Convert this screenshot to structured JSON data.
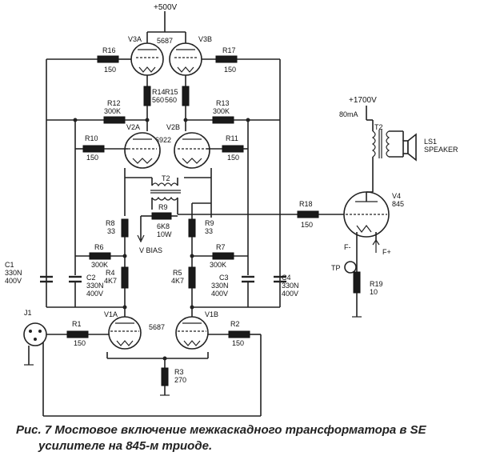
{
  "supply": {
    "b_plus": "+500V",
    "output_b_plus": "+1700V",
    "output_current": "80mA"
  },
  "tubes": {
    "v3a": "V3A",
    "v3b": "V3B",
    "v3_type": "5687",
    "v2a": "V2A",
    "v2b": "V2B",
    "v2_type": "6922",
    "v1a": "V1A",
    "v1b": "V1B",
    "v1_type": "5687",
    "v4": "V4",
    "v4_type": "845"
  },
  "resistors": {
    "r1": {
      "ref": "R1",
      "value": "150"
    },
    "r2": {
      "ref": "R2",
      "value": "150"
    },
    "r3": {
      "ref": "R3",
      "value": "270"
    },
    "r4": {
      "ref": "R4",
      "value": "4K7"
    },
    "r5": {
      "ref": "R5",
      "value": "4K7"
    },
    "r6": {
      "ref": "R6",
      "value": "300K"
    },
    "r7": {
      "ref": "R7",
      "value": "300K"
    },
    "r8": {
      "ref": "R8",
      "value": "33"
    },
    "r9a": {
      "ref": "R9",
      "value": "33"
    },
    "r9b": {
      "ref": "R9",
      "value": "6K8",
      "power": "10W"
    },
    "r10": {
      "ref": "R10",
      "value": "150"
    },
    "r11": {
      "ref": "R11",
      "value": "150"
    },
    "r12": {
      "ref": "R12",
      "value": "300K"
    },
    "r13": {
      "ref": "R13",
      "value": "300K"
    },
    "r14": {
      "ref": "R14",
      "value": "560"
    },
    "r15": {
      "ref": "R15",
      "value": "560"
    },
    "r16": {
      "ref": "R16",
      "value": "150"
    },
    "r17": {
      "ref": "R17",
      "value": "150"
    },
    "r18": {
      "ref": "R18",
      "value": "150"
    },
    "r19": {
      "ref": "R19",
      "value": "10"
    }
  },
  "capacitors": {
    "c1": {
      "ref": "C1",
      "value": "330N",
      "voltage": "400V"
    },
    "c2": {
      "ref": "C2",
      "value": "330N",
      "voltage": "400V"
    },
    "c3": {
      "ref": "C3",
      "value": "330N",
      "voltage": "400V"
    },
    "c4": {
      "ref": "C4",
      "value": "330N",
      "voltage": "400V"
    }
  },
  "misc": {
    "t2": "T2",
    "t2_out": "T2",
    "v_bias": "V BIAS",
    "j1": "J1",
    "ls1": "LS1",
    "speaker": "SPEAKER",
    "f_minus": "F-",
    "f_plus": "F+",
    "tp": "TP"
  },
  "caption": {
    "line1": "Рис. 7 Мостовое включение межкаскадного трансформатора в SE",
    "line2": "усилителе на 845-м   триоде."
  }
}
